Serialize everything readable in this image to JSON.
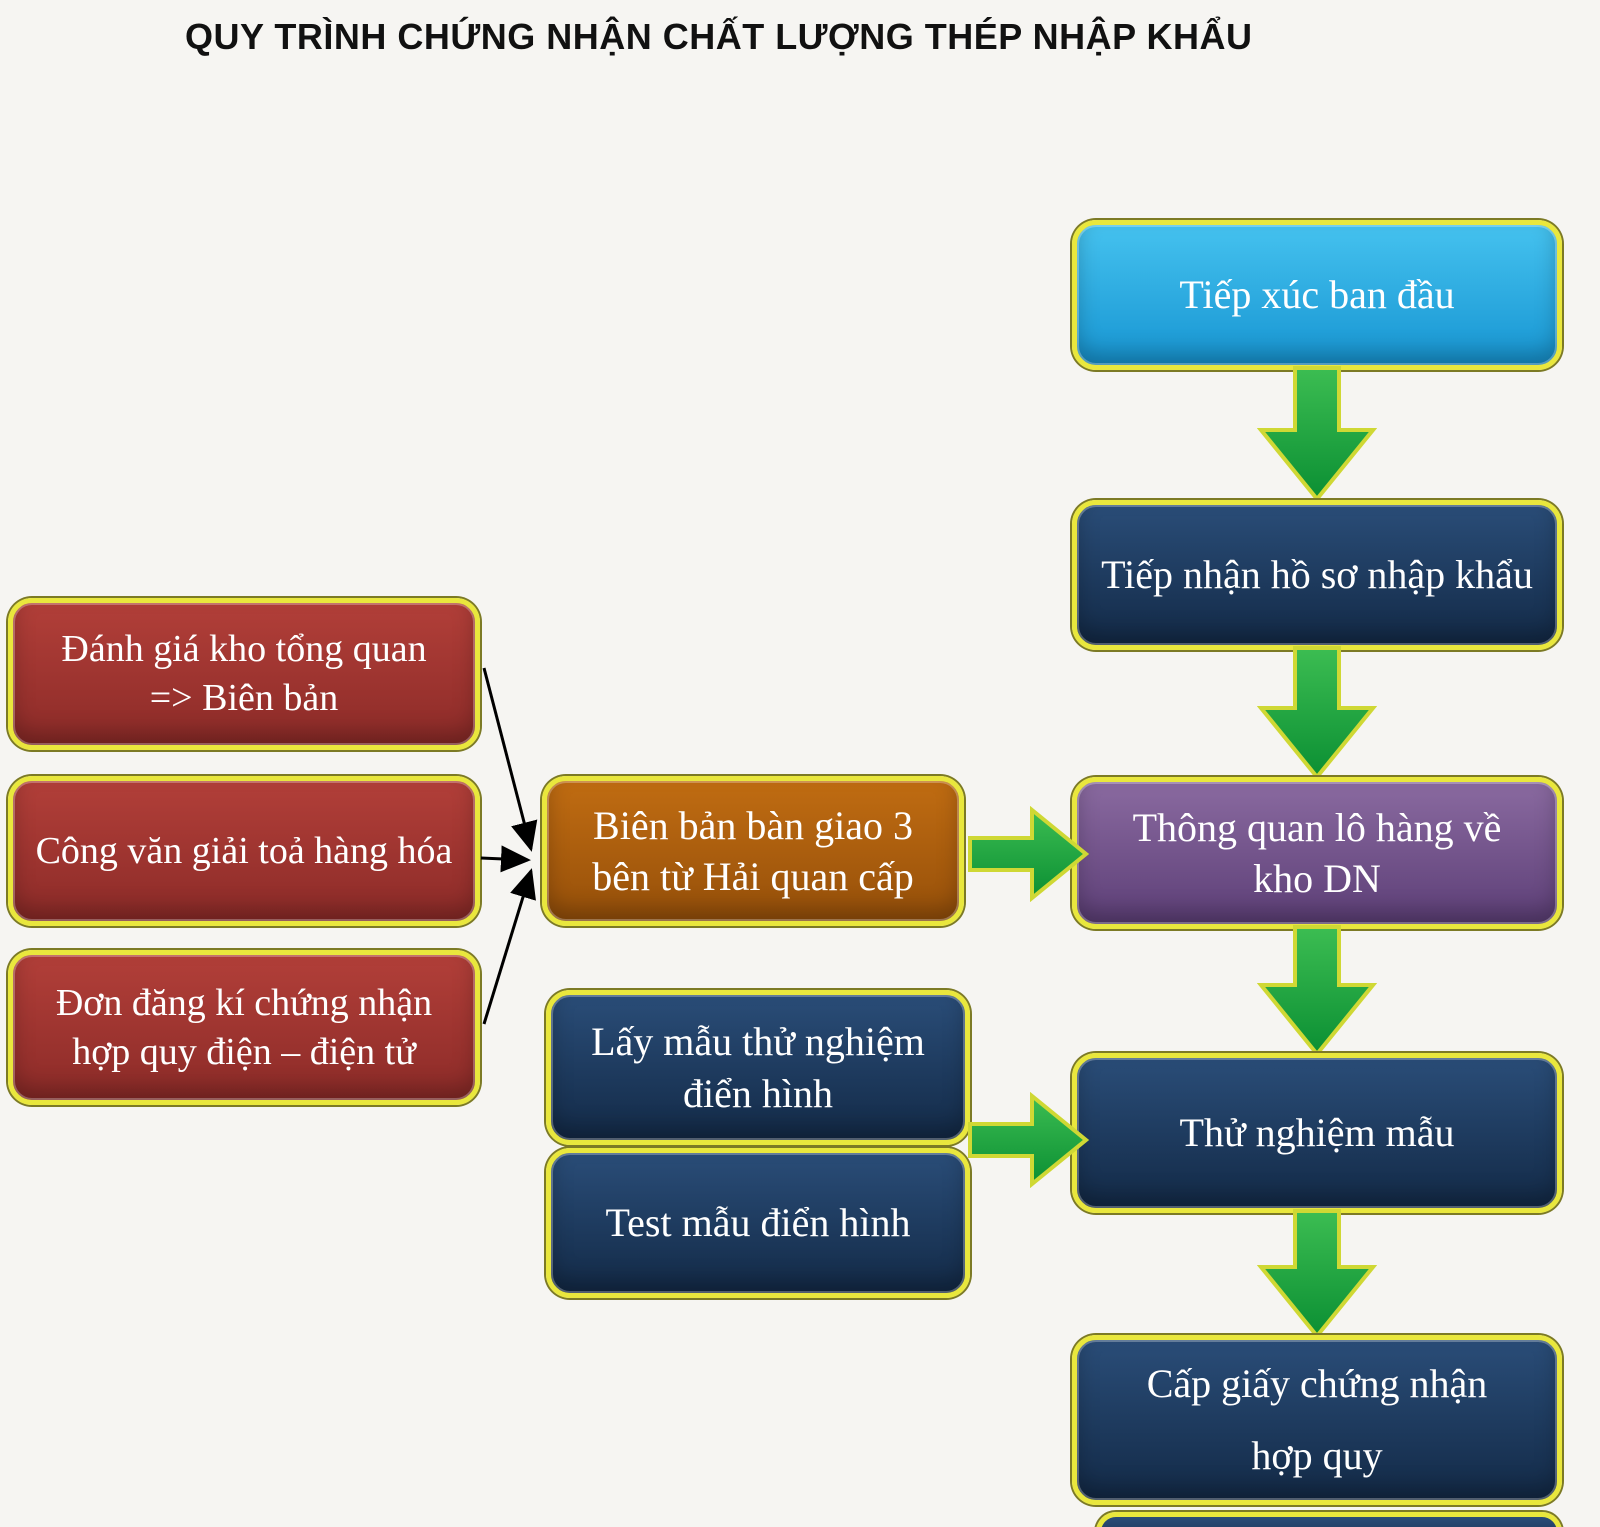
{
  "title": "QUY TRÌNH CHỨNG NHẬN CHẤT LƯỢNG THÉP NHẬP KHẨU",
  "nodes": {
    "initial_contact": {
      "lines": [
        "Tiếp xúc ban đầu"
      ]
    },
    "receive_dossier": {
      "lines": [
        "Tiếp nhận hồ sơ nhập khẩu"
      ]
    },
    "customs_clearance": {
      "lines": [
        "Thông quan lô hàng về",
        "kho DN"
      ]
    },
    "sample_testing": {
      "lines": [
        "Thử nghiệm mẫu"
      ]
    },
    "issue_certificate": {
      "lines": [
        "Cấp giấy chứng nhận",
        "hợp quy"
      ]
    },
    "warehouse_assessment": {
      "lines": [
        "Đánh giá kho tổng quan",
        "=> Biên bản"
      ]
    },
    "goods_release_letter": {
      "lines": [
        "Công văn giải toả hàng hóa"
      ]
    },
    "registration_form": {
      "lines": [
        "Đơn đăng kí chứng nhận",
        "hợp quy điện – điện tử"
      ]
    },
    "handover_record": {
      "lines": [
        "Biên bản bàn giao 3",
        "bên từ Hải quan cấp"
      ]
    },
    "typical_sampling": {
      "lines": [
        "Lấy mẫu thử nghiệm",
        "điển hình"
      ]
    },
    "typical_test": {
      "lines": [
        "Test mẫu điển hình"
      ]
    }
  },
  "colors": {
    "background": "#f6f5f2",
    "border_yellow": "#e9e73d",
    "arrow_green": "#18a73f",
    "box_blue": "#2aa9e0",
    "box_navy": "#1c3a60",
    "box_purple": "#77568e",
    "box_red": "#a23531",
    "box_orange": "#b05f0d",
    "text_white": "#ffffff",
    "title_black": "#111111",
    "connector_black": "#000000"
  }
}
